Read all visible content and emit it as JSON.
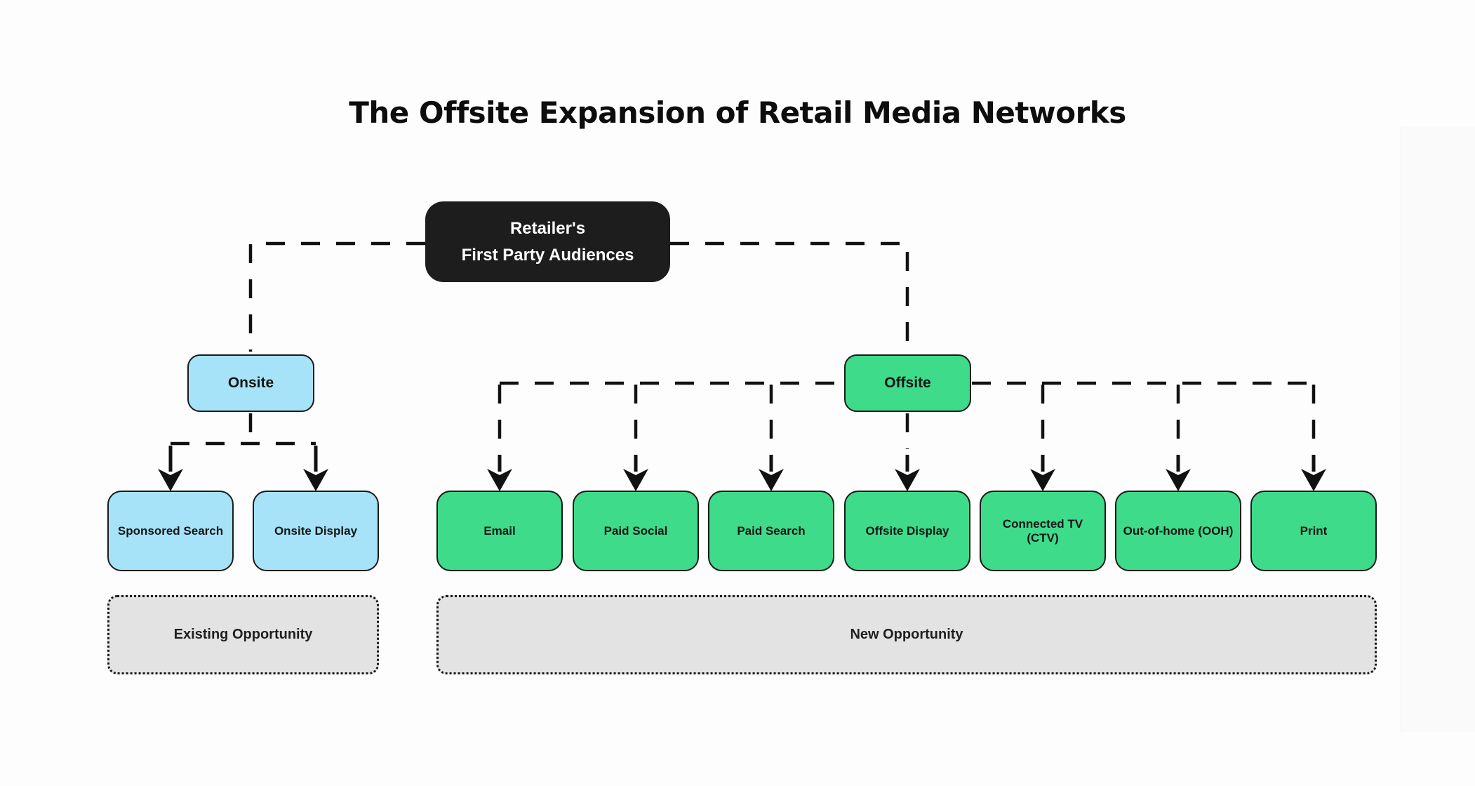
{
  "title": "The Offsite Expansion of Retail Media Networks",
  "root": {
    "line1": "Retailer's",
    "line2": "First Party Audiences"
  },
  "branches": {
    "onsite": {
      "label": "Onsite",
      "children": [
        "Sponsored Search",
        "Onsite Display"
      ]
    },
    "offsite": {
      "label": "Offsite",
      "children": [
        "Email",
        "Paid Social",
        "Paid Search",
        "Offsite Display",
        "Connected TV (CTV)",
        "Out-of-home (OOH)",
        "Print"
      ]
    }
  },
  "opportunity_bands": {
    "existing": "Existing Opportunity",
    "new": "New Opportunity"
  },
  "colors": {
    "background": "#fdfdfd",
    "root_dark": "#1d1d1d",
    "onsite_blue": "#a6e3f8",
    "offsite_green": "#3edb8b",
    "band_gray": "#e3e3e3",
    "line_black": "#111111"
  }
}
